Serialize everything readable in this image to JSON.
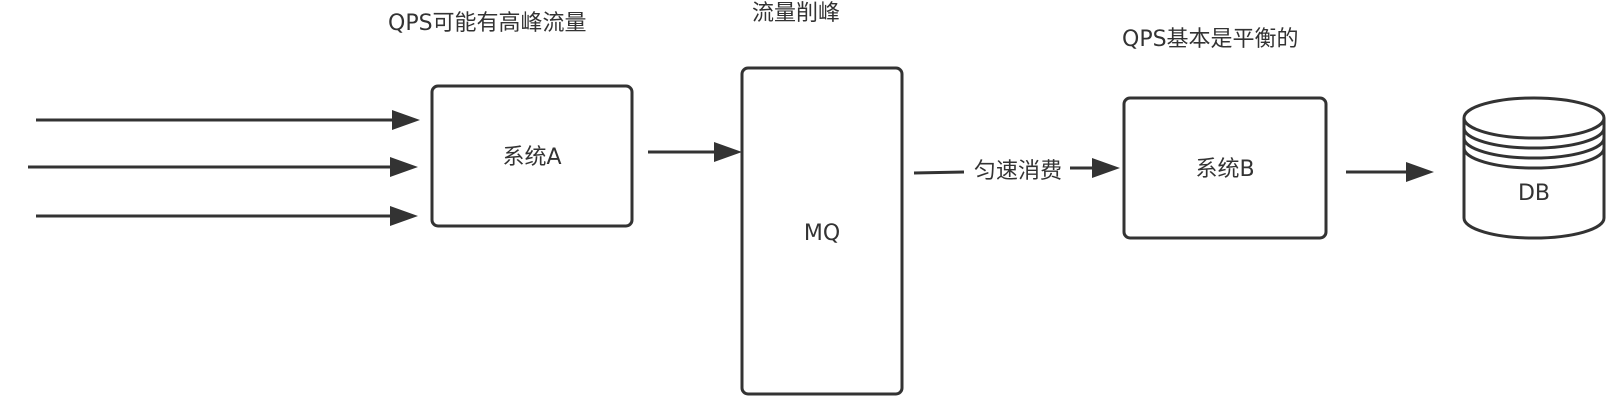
{
  "annotations": {
    "peak_traffic": "QPS可能有高峰流量",
    "peak_shaving": "流量削峰",
    "balanced": "QPS基本是平衡的"
  },
  "nodes": {
    "system_a": "系统A",
    "mq": "MQ",
    "system_b": "系统B",
    "db": "DB"
  },
  "edges": {
    "mq_to_b_label": "匀速消费"
  },
  "colors": {
    "stroke": "#333333",
    "text": "#333333",
    "background": "#ffffff"
  }
}
